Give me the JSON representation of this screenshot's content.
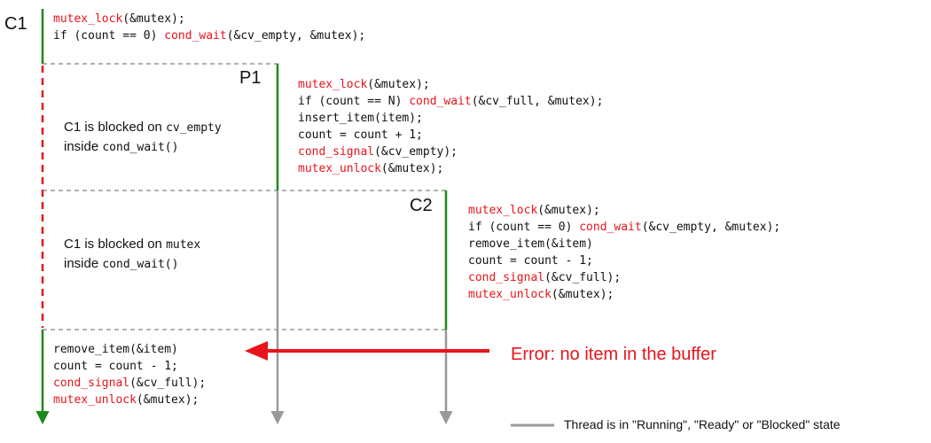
{
  "colors": {
    "red": "#e8141c",
    "green": "#1a8a1a",
    "gray": "#999999",
    "text": "#111111"
  },
  "threads": [
    {
      "id": "C1",
      "label": "C1",
      "lines": [
        [
          {
            "t": "mutex_lock",
            "c": "red"
          },
          {
            "t": "(&mutex);",
            "c": "text"
          }
        ],
        [
          {
            "t": "   if (count == 0) ",
            "c": "text"
          },
          {
            "t": "cond_wait",
            "c": "red"
          },
          {
            "t": "(&cv_empty, &mutex);",
            "c": "text"
          }
        ]
      ]
    },
    {
      "id": "P1",
      "label": "P1",
      "lines": [
        [
          {
            "t": "mutex_lock",
            "c": "red"
          },
          {
            "t": "(&mutex);",
            "c": "text"
          }
        ],
        [
          {
            "t": "   if (count == N) ",
            "c": "text"
          },
          {
            "t": "cond_wait",
            "c": "red"
          },
          {
            "t": "(&cv_full, &mutex);",
            "c": "text"
          }
        ],
        [
          {
            "t": "   insert_item(item);",
            "c": "text"
          }
        ],
        [
          {
            "t": "   count = count + 1;",
            "c": "text"
          }
        ],
        [
          {
            "t": "   ",
            "c": "text"
          },
          {
            "t": "cond_signal",
            "c": "red"
          },
          {
            "t": "(&cv_empty);",
            "c": "text"
          }
        ],
        [
          {
            "t": "mutex_unlock",
            "c": "red"
          },
          {
            "t": "(&mutex);",
            "c": "text"
          }
        ]
      ]
    },
    {
      "id": "C2",
      "label": "C2",
      "lines": [
        [
          {
            "t": "mutex_lock",
            "c": "red"
          },
          {
            "t": "(&mutex);",
            "c": "text"
          }
        ],
        [
          {
            "t": "   if  (count == 0) ",
            "c": "text"
          },
          {
            "t": "cond_wait",
            "c": "red"
          },
          {
            "t": "(&cv_empty, &mutex);",
            "c": "text"
          }
        ],
        [
          {
            "t": "   remove_item(&item)",
            "c": "text"
          }
        ],
        [
          {
            "t": "   count = count - 1;",
            "c": "text"
          }
        ],
        [
          {
            "t": "   ",
            "c": "text"
          },
          {
            "t": "cond_signal",
            "c": "red"
          },
          {
            "t": "(&cv_full);",
            "c": "text"
          }
        ],
        [
          {
            "t": "mutex_unlock",
            "c": "red"
          },
          {
            "t": "(&mutex);",
            "c": "text"
          }
        ]
      ]
    },
    {
      "id": "C1-resume",
      "label": "",
      "lines": [
        [
          {
            "t": "   remove_item(&item)",
            "c": "text"
          }
        ],
        [
          {
            "t": "   count = count - 1;",
            "c": "text"
          }
        ],
        [
          {
            "t": "   ",
            "c": "text"
          },
          {
            "t": "cond_signal",
            "c": "red"
          },
          {
            "t": "(&cv_full);",
            "c": "text"
          }
        ],
        [
          {
            "t": "mutex_unlock",
            "c": "red"
          },
          {
            "t": "(&mutex);",
            "c": "text"
          }
        ]
      ]
    }
  ],
  "notes": [
    {
      "id": "blocked-cv-empty",
      "lines": [
        [
          {
            "t": "C1 is blocked on ",
            "f": "sans"
          },
          {
            "t": "cv_empty",
            "f": "mono"
          }
        ],
        [
          {
            "t": "inside ",
            "f": "sans"
          },
          {
            "t": "cond_wait()",
            "f": "mono"
          }
        ]
      ]
    },
    {
      "id": "blocked-mutex",
      "lines": [
        [
          {
            "t": "C1 is blocked on ",
            "f": "sans"
          },
          {
            "t": "mutex",
            "f": "mono"
          }
        ],
        [
          {
            "t": "inside ",
            "f": "sans"
          },
          {
            "t": "cond_wait()",
            "f": "mono"
          }
        ]
      ]
    }
  ],
  "error_text": "Error: no item in the buffer",
  "legend_text": "Thread is  in \"Running\", \"Ready\" or \"Blocked\" state"
}
